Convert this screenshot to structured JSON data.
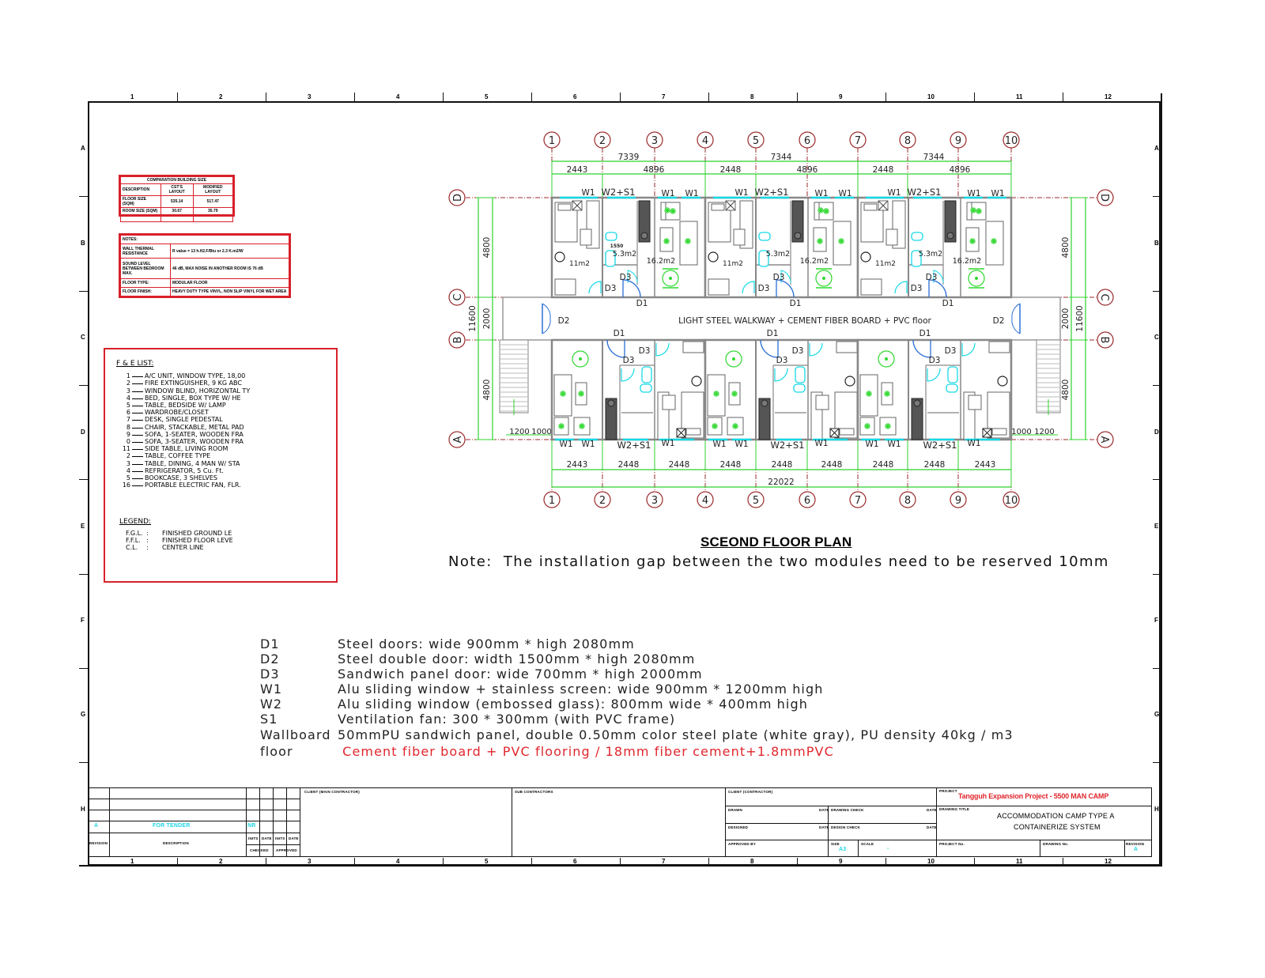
{
  "sheet": {
    "columns": [
      "1",
      "2",
      "3",
      "4",
      "5",
      "6",
      "7",
      "8",
      "9",
      "10",
      "11",
      "12"
    ],
    "rows": [
      "A",
      "B",
      "C",
      "D",
      "E",
      "F",
      "G",
      "H"
    ]
  },
  "comparison_table": {
    "title": "COMPARATION BUILDING SIZE",
    "headers": [
      "DESCRIPTION",
      "CST'S LAYOUT",
      "MODIFIED LAYOUT"
    ],
    "rows": [
      [
        "FLOOR SIZE (SQM)",
        "535.14",
        "517.47"
      ],
      [
        "ROOM SIZE (SQM)",
        "30.67",
        "35.79"
      ],
      [
        "",
        "",
        ""
      ]
    ]
  },
  "notes_table": {
    "title": "NOTES:",
    "rows": [
      [
        "WALL THERMAL RESISTANCE",
        "R value = 13 h.ft2.F/Btu or 2.3 K.m2/W"
      ],
      [
        "SOUND LEVEL BETWEEN BEDROOM MAX.",
        "46 dB, MAX NOISE IN ANOTHER ROOM IS 76 dB"
      ],
      [
        "FLOOR TYPE:",
        "MODULAR FLOOR"
      ],
      [
        "FLOOR FINISH:",
        "HEAVY DUTY TYPE VINYL, NON SLIP VINYL FOR WET AREA"
      ]
    ]
  },
  "fe_list": {
    "title": "F & E LIST:",
    "items": [
      {
        "num": "1",
        "label": "A/C UNIT, WINDOW TYPE, 18,00"
      },
      {
        "num": "2",
        "label": "FIRE EXTINGUISHER, 9 KG ABC"
      },
      {
        "num": "3",
        "label": "WINDOW BLIND, HORIZONTAL TY"
      },
      {
        "num": "4",
        "label": "BED, SINGLE, BOX TYPE W/ HE"
      },
      {
        "num": "5",
        "label": "TABLE, BEDSIDE W/ LAMP"
      },
      {
        "num": "6",
        "label": "WARDROBE/CLOSET"
      },
      {
        "num": "7",
        "label": "DESK, SINGLE PEDESTAL"
      },
      {
        "num": "8",
        "label": "CHAIR, STACKABLE, METAL PAD"
      },
      {
        "num": "9",
        "label": "SOFA, 1-SEATER, WOODEN FRA"
      },
      {
        "num": "0",
        "label": "SOFA, 3-SEATER, WOODEN FRA"
      },
      {
        "num": "11",
        "label": "SIDE TABLE, LIVING ROOM"
      },
      {
        "num": "2",
        "label": "TABLE, COFFEE TYPE"
      },
      {
        "num": "3",
        "label": "TABLE, DINING, 4 MAN W/ STA"
      },
      {
        "num": "4",
        "label": "REFRIGERATOR, 5 Cu. Ft."
      },
      {
        "num": "5",
        "label": "BOOKCASE, 3 SHELVES"
      },
      {
        "num": "16",
        "label": "PORTABLE ELECTRIC FAN, FLR."
      }
    ],
    "legend_title": "LEGEND:",
    "legend": [
      {
        "abbr": "F.G.L.",
        "sep": ":",
        "label": "FINISHED GROUND LE"
      },
      {
        "abbr": "F.F.L.",
        "sep": ":",
        "label": "FINISHED FLOOR LEVE"
      },
      {
        "abbr": "C.L.",
        "sep": ":",
        "label": "CENTER LINE"
      }
    ]
  },
  "plan": {
    "grid_cols": [
      "1",
      "2",
      "3",
      "4",
      "5",
      "6",
      "7",
      "8",
      "9",
      "10"
    ],
    "grid_rows": [
      "D",
      "C",
      "B",
      "A"
    ],
    "top_dims_overall": [
      "7339",
      "7344",
      "7344"
    ],
    "top_dims": [
      "2443",
      "4896",
      "2448",
      "4896",
      "2448",
      "4896"
    ],
    "bottom_dims": [
      "2443",
      "2448",
      "2448",
      "2448",
      "2448",
      "2448",
      "2448",
      "2448",
      "2443"
    ],
    "bottom_total": "22022",
    "side_dims": {
      "upper": "4800",
      "walk": "2000",
      "lower": "4800",
      "total": "11600"
    },
    "stair_dims_left": [
      "1200",
      "1000"
    ],
    "stair_dims_right": [
      "1000",
      "1200"
    ],
    "walkway_label": "LIGHT STEEL WALKWAY + CEMENT FIBER BOARD + PVC floor",
    "door_d1": "D1",
    "door_d2": "D2",
    "door_d3": "D3",
    "win_w1": "W1",
    "win_w2s1": "W2+S1",
    "area_bed": "11m2",
    "area_bath": "5.3m2",
    "area_living": "16.2m2",
    "bath_dim": "1550",
    "title": "SCEOND FLOOR PLAN",
    "note": "Note:  The installation gap between the two modules need to be reserved 10mm"
  },
  "specs": [
    {
      "key": "D1",
      "value": "Steel doors: wide 900mm * high 2080mm",
      "color": "#222222"
    },
    {
      "key": "D2",
      "value": "Steel double door: width 1500mm * high 2080mm",
      "color": "#222222"
    },
    {
      "key": "D3",
      "value": "Sandwich panel door: wide 700mm * high 2000mm",
      "color": "#222222"
    },
    {
      "key": "W1",
      "value": "Alu sliding window + stainless screen: wide 900mm * 1200mm high",
      "color": "#222222"
    },
    {
      "key": "W2",
      "value": "Alu sliding window (embossed glass): 800mm wide * 400mm high",
      "color": "#222222"
    },
    {
      "key": "S1",
      "value": "Ventilation fan: 300 * 300mm (with PVC frame)",
      "color": "#222222"
    },
    {
      "key": "Wallboard",
      "value": "50mmPU sandwich panel, double 0.50mm color steel plate (white gray), PU density 40kg / m3",
      "color": "#222222"
    },
    {
      "key": "floor",
      "value": " Cement fiber board + PVC flooring / 18mm fiber cement+1.8mmPVC",
      "color": "#e0262d"
    }
  ],
  "title_block": {
    "revision_row": {
      "rev": "A",
      "desc": "FOR TENDER",
      "by": "NR"
    },
    "rev_headers": {
      "revision": "REVISION",
      "description": "DESCRIPTION",
      "inits1": "INITS",
      "date1": "DATE",
      "inits2": "INITS",
      "date2": "DATE",
      "checked": "CHECKED",
      "approved": "APPROVED"
    },
    "client_main": "CLIENT (MAIN CONTRACTOR)",
    "sub_contractors": "SUB CONTRACTORS",
    "client_contractor": "CLIENT (CONTRACTOR)",
    "drawn": "DRAWN",
    "designed": "DESIGNED",
    "approved_by": "APPROVED BY",
    "date": "DATE",
    "drawing_check": "DRAWING CHECK",
    "design_check": "DESIGN CHECK",
    "size_label": "SIZE",
    "size": "A3",
    "scale_label": "SCALE",
    "scale": "-",
    "project_label": "PROJECT",
    "project": "Tangguh Expansion Project - 5500 MAN CAMP",
    "drawing_title_label": "DRAWING TITLE",
    "drawing_title_1": "ACCOMMODATION CAMP TYPE A",
    "drawing_title_2": "CONTAINERIZE SYSTEM",
    "project_no": "PROJECT No.",
    "drawing_no": "DRAWING No.",
    "revision_label": "REVISION",
    "revision": "A"
  },
  "colors": {
    "red": "#d8202a",
    "grid_red": "#9b2b2b",
    "dim_green": "#2fd12f",
    "cyan": "#14d9e6",
    "blue": "#2b6fd6",
    "furniture_green": "#2ed82e"
  }
}
